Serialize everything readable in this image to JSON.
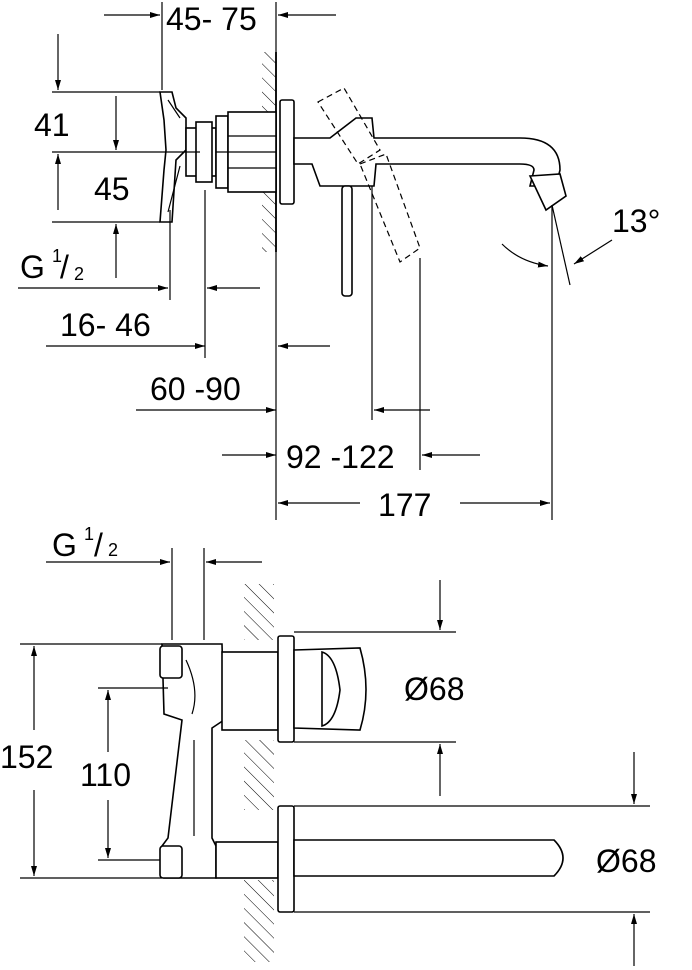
{
  "side_view": {
    "dim_wall_thickness": "45- 75",
    "dim_41": "41",
    "dim_45": "45",
    "thread": {
      "g": "G",
      "num": "1",
      "den": "2"
    },
    "dim_16_46": "16- 46",
    "dim_60_90": "60 -90",
    "dim_92_122": "92 -122",
    "dim_177": "177",
    "angle": "13°"
  },
  "front_view": {
    "thread": {
      "g": "G",
      "num": "1",
      "den": "2"
    },
    "dim_152": "152",
    "dim_110": "110",
    "dia_handle": "Ø68",
    "dia_spout": "Ø68"
  }
}
